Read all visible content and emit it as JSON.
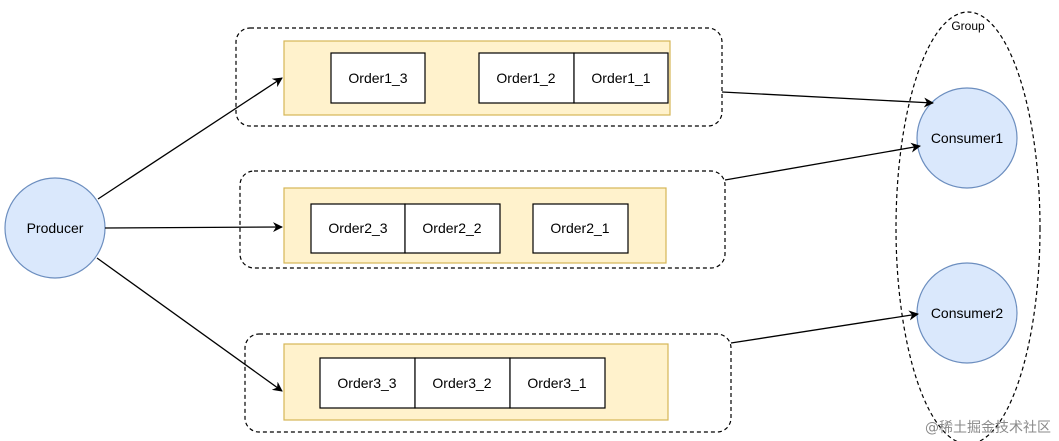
{
  "producer": {
    "label": "Producer"
  },
  "group": {
    "label": "Group"
  },
  "consumers": [
    {
      "label": "Consumer1"
    },
    {
      "label": "Consumer2"
    }
  ],
  "queues": [
    {
      "messages": [
        {
          "label": "Order1_3"
        },
        {
          "label": "Order1_2"
        },
        {
          "label": "Order1_1"
        }
      ]
    },
    {
      "messages": [
        {
          "label": "Order2_3"
        },
        {
          "label": "Order2_2"
        },
        {
          "label": "Order2_1"
        }
      ]
    },
    {
      "messages": [
        {
          "label": "Order3_3"
        },
        {
          "label": "Order3_2"
        },
        {
          "label": "Order3_1"
        }
      ]
    }
  ],
  "watermark": {
    "text": "@稀土掘金技术社区"
  },
  "colors": {
    "node_fill": "#dae8fc",
    "node_stroke": "#6c8ebf",
    "queue_fill": "#fff2cc",
    "queue_stroke": "#d6b656",
    "line": "#000000"
  }
}
